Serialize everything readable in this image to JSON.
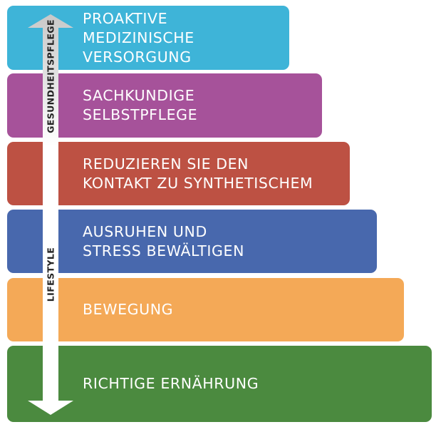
{
  "pyramid": {
    "tiers": [
      {
        "lines": [
          "PROAKTIVE",
          "MEDIZINISCHE",
          "VERSORGUNG"
        ],
        "color": "#3eb4d8"
      },
      {
        "lines": [
          "SACHKUNDIGE",
          "SELBSTPFLEGE"
        ],
        "color": "#a6529a"
      },
      {
        "lines": [
          "REDUZIEREN SIE DEN",
          "KONTAKT ZU SYNTHETISCHEM"
        ],
        "color": "#bd5143"
      },
      {
        "lines": [
          "AUSRUHEN UND",
          "STRESS BEWÄLTIGEN"
        ],
        "color": "#4868ad"
      },
      {
        "lines": [
          "BEWEGUNG"
        ],
        "color": "#f4a957"
      },
      {
        "lines": [
          "RICHTIGE ERNÄHRUNG"
        ],
        "color": "#4b8a3f"
      }
    ]
  },
  "axis": {
    "top_label": "GESUNDHEITSPFLEGE",
    "bottom_label": "LIFESTYLE",
    "arrow_top_color": "#c8c8c8",
    "arrow_bottom_color": "#ffffff"
  }
}
